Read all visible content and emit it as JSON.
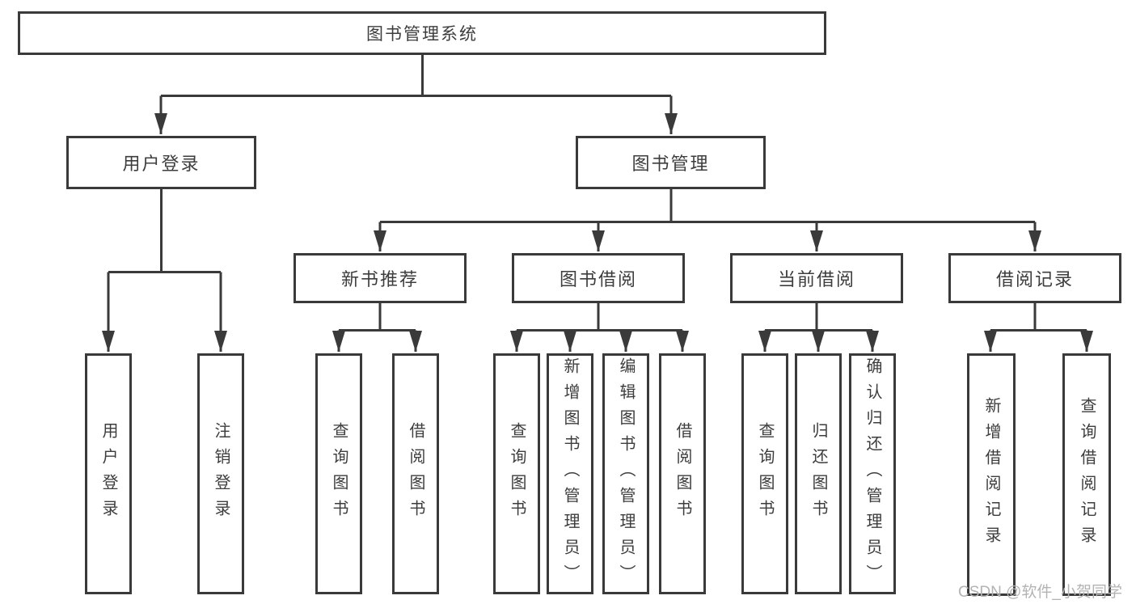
{
  "tree": {
    "root": {
      "label": "图书管理系统",
      "children": [
        {
          "label": "用户登录",
          "children": [
            {
              "label": "用户登录"
            },
            {
              "label": "注销登录"
            }
          ]
        },
        {
          "label": "图书管理",
          "children": [
            {
              "label": "新书推荐",
              "children": [
                {
                  "label": "查询图书"
                },
                {
                  "label": "借阅图书"
                }
              ]
            },
            {
              "label": "图书借阅",
              "children": [
                {
                  "label": "查询图书"
                },
                {
                  "label": "新增图书（管理员）"
                },
                {
                  "label": "编辑图书（管理员）"
                },
                {
                  "label": "借阅图书"
                }
              ]
            },
            {
              "label": "当前借阅",
              "children": [
                {
                  "label": "查询图书"
                },
                {
                  "label": "归还图书"
                },
                {
                  "label": "确认归还（管理员）"
                }
              ]
            },
            {
              "label": "借阅记录",
              "children": [
                {
                  "label": "新增借阅记录"
                },
                {
                  "label": "查询借阅记录"
                }
              ]
            }
          ]
        }
      ]
    }
  },
  "watermark": {
    "text": "CSDN @软件_小贺同学"
  },
  "colors": {
    "line": "#3a3a3a",
    "node_border": "#3a3a3a",
    "node_text": "#3d3d3d",
    "background": "#ffffff",
    "watermark_text": "#b3b3b3"
  }
}
